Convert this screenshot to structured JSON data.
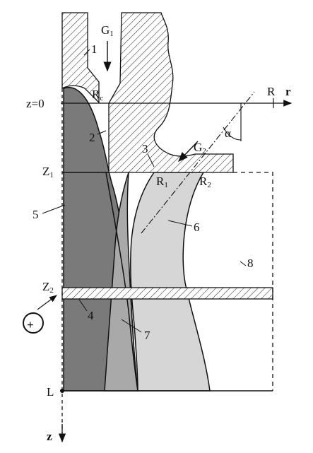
{
  "diagram": {
    "labels": {
      "g1": "G",
      "g1_sub": "1",
      "g2": "G",
      "g2_sub": "2",
      "rc": "R",
      "rc_sub": "c",
      "r1": "R",
      "r1_sub": "1",
      "r2": "R",
      "r2_sub": "2",
      "r_axis_tick": "R",
      "r_axis": "r",
      "z0": "z=0",
      "z1": "Z",
      "z1_sub": "1",
      "z2": "Z",
      "z2_sub": "2",
      "l": "L",
      "z_axis": "z",
      "alpha": "α",
      "plus": "+",
      "n1": "1",
      "n2": "2",
      "n3": "3",
      "n4": "4",
      "n5": "5",
      "n6": "6",
      "n7": "7",
      "n8": "8"
    },
    "colors": {
      "dark_region": "#7a7a7a",
      "medium_region": "#a9a9a9",
      "light_region": "#d6d6d6",
      "hatch": "#333333",
      "line": "#111111"
    }
  }
}
